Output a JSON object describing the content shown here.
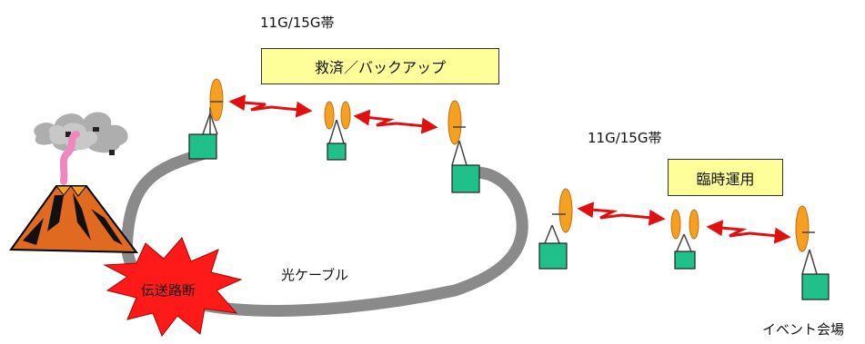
{
  "labels": {
    "band_left": "11G/15G帯",
    "band_right": "11G/15G帯",
    "rescue_backup": "救済／バックアップ",
    "temporary_operation": "臨時運用",
    "optical_cable": "光ケーブル",
    "transmission_cut": "伝送路断",
    "event_venue": "イベント会場"
  },
  "colors": {
    "cable": "#8a8a8a",
    "station": "#1fc08a",
    "antenna": "#f5a020",
    "link_arrow": "#e01010",
    "burst": "#ff1a1a",
    "label_box": "#ffff99",
    "volcano": "#e06a20",
    "plume": "#f088c0"
  }
}
